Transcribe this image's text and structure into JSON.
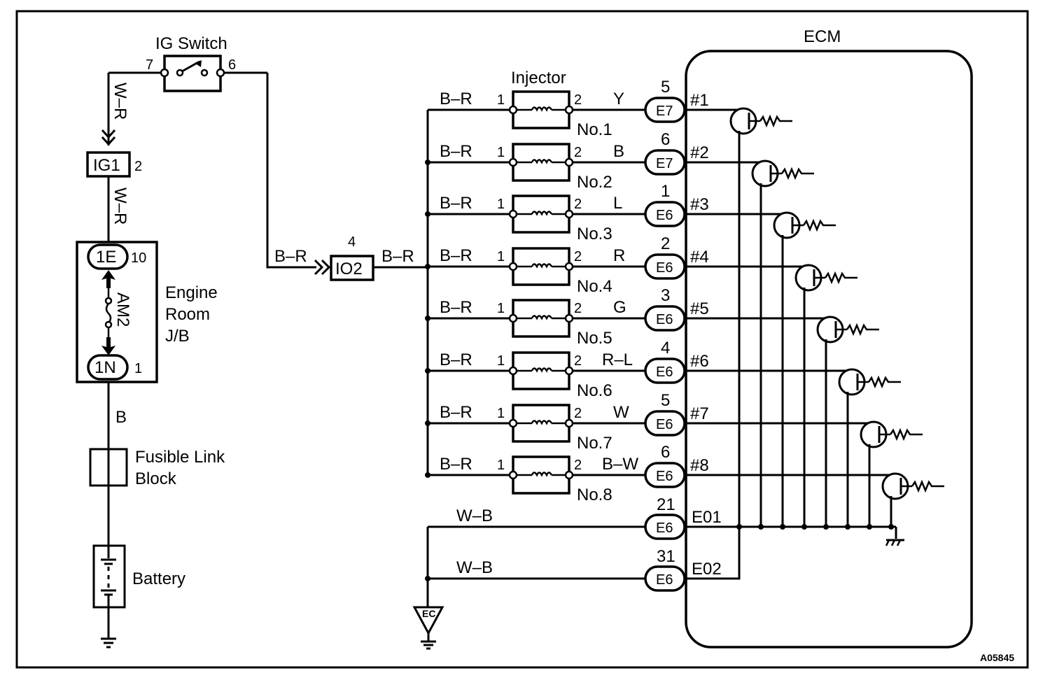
{
  "diagram": {
    "figure_id": "A05845",
    "ig_switch": {
      "title": "IG Switch",
      "pin_in": "7",
      "pin_out": "6"
    },
    "ig1": {
      "label": "IG1",
      "pin": "2",
      "wire_top": "W–R",
      "wire_bottom": "W–R"
    },
    "jb": {
      "title_lines": [
        "Engine",
        "Room",
        "J/B"
      ],
      "top_connector": "1E",
      "top_pin": "10",
      "fuse": "AM2",
      "bottom_connector": "1N",
      "bottom_pin": "1"
    },
    "battery_wire": "B",
    "fusible_link": {
      "lines": [
        "Fusible Link",
        "Block"
      ]
    },
    "battery": {
      "label": "Battery"
    },
    "io2": {
      "label": "IO2",
      "pin": "4",
      "wire_in": "B–R",
      "wire_out": "B–R"
    },
    "injector_title": "Injector",
    "injectors": [
      {
        "name": "No.1",
        "wire_in": "B–R",
        "pin_in": "1",
        "pin_out": "2",
        "wire_out": "Y",
        "connector": "E7",
        "ecm_pin": "5",
        "signal": "#1"
      },
      {
        "name": "No.2",
        "wire_in": "B–R",
        "pin_in": "1",
        "pin_out": "2",
        "wire_out": "B",
        "connector": "E7",
        "ecm_pin": "6",
        "signal": "#2"
      },
      {
        "name": "No.3",
        "wire_in": "B–R",
        "pin_in": "1",
        "pin_out": "2",
        "wire_out": "L",
        "connector": "E6",
        "ecm_pin": "1",
        "signal": "#3"
      },
      {
        "name": "No.4",
        "wire_in": "B–R",
        "pin_in": "1",
        "pin_out": "2",
        "wire_out": "R",
        "connector": "E6",
        "ecm_pin": "2",
        "signal": "#4"
      },
      {
        "name": "No.5",
        "wire_in": "B–R",
        "pin_in": "1",
        "pin_out": "2",
        "wire_out": "G",
        "connector": "E6",
        "ecm_pin": "3",
        "signal": "#5"
      },
      {
        "name": "No.6",
        "wire_in": "B–R",
        "pin_in": "1",
        "pin_out": "2",
        "wire_out": "R–L",
        "connector": "E6",
        "ecm_pin": "4",
        "signal": "#6"
      },
      {
        "name": "No.7",
        "wire_in": "B–R",
        "pin_in": "1",
        "pin_out": "2",
        "wire_out": "W",
        "connector": "E6",
        "ecm_pin": "5",
        "signal": "#7"
      },
      {
        "name": "No.8",
        "wire_in": "B–R",
        "pin_in": "1",
        "pin_out": "2",
        "wire_out": "B–W",
        "connector": "E6",
        "ecm_pin": "6",
        "signal": "#8"
      }
    ],
    "grounds": [
      {
        "wire": "W–B",
        "connector": "E6",
        "ecm_pin": "21",
        "signal": "E01"
      },
      {
        "wire": "W–B",
        "connector": "E6",
        "ecm_pin": "31",
        "signal": "E02"
      }
    ],
    "ground_point": "EC",
    "ecm": {
      "title": "ECM"
    }
  }
}
